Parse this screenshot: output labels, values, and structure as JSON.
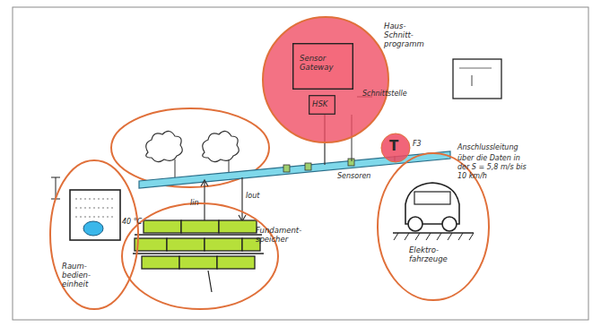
{
  "diagram": {
    "nodes": [
      {
        "text": [
          "Raum- bedien- einheit"
        ]
      },
      {
        "text": [
          "Fundament- speicher"
        ]
      },
      {
        "text": [
          "Haus- Schnitt- programm"
        ]
      },
      {
        "text": [
          "Sensor Gateway"
        ],
        "in": 2
      },
      {
        "text": [
          "HSK"
        ],
        "in": 2
      },
      {
        "text": [
          "T"
        ]
      },
      {
        "text": [
          "Elektro- fahrzeuge"
        ]
      }
    ],
    "labels": [
      "40 °C",
      "Iin",
      "Iout",
      "Schnittstelle",
      "F3",
      "Sensoren",
      "Anschlussleitung",
      "über die Daten in der S = 5,8 m/s bis 10 km/h"
    ]
  }
}
